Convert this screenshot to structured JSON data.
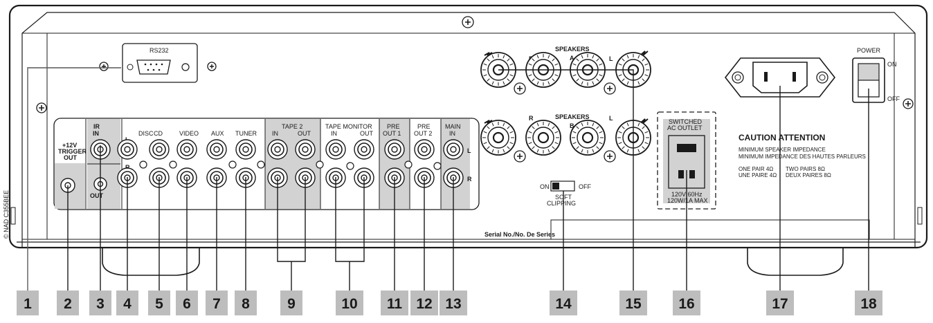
{
  "copyright": "© NAD C355BEE",
  "rs232": "RS232",
  "power": {
    "title": "POWER",
    "on": "ON",
    "off": "OFF"
  },
  "speakers": {
    "title": "SPEAKERS",
    "a": "A",
    "b": "B",
    "r": "R",
    "l": "L",
    "plus": "+",
    "minus": "–"
  },
  "trigger": {
    "line1": "+12V",
    "line2": "TRIGGER",
    "line3": "OUT"
  },
  "ir": {
    "in_line1": "IR",
    "in_line2": "IN",
    "out": "OUT"
  },
  "inputs": [
    "DISC",
    "CD",
    "VIDEO",
    "AUX",
    "TUNER"
  ],
  "tape2": {
    "title": "TAPE 2",
    "in": "IN",
    "out": "OUT"
  },
  "tape_monitor": {
    "title": "TAPE MONITOR",
    "in": "IN",
    "out": "OUT"
  },
  "pre_out1": {
    "line1": "PRE",
    "line2": "OUT 1"
  },
  "pre_out2": {
    "line1": "PRE",
    "line2": "OUT 2"
  },
  "main_in": {
    "line1": "MAIN",
    "line2": "IN"
  },
  "channel": {
    "l": "L",
    "r": "R"
  },
  "soft_clipping": {
    "on": "ON",
    "off": "OFF",
    "line1": "SOFT",
    "line2": "CLIPPING"
  },
  "switched_outlet": {
    "line1": "SWITCHED",
    "line2": "AC OUTLET",
    "line3": "120V 60Hz",
    "line4": "120W/1A MAX"
  },
  "serial": "Serial No./No. De Series",
  "caution": {
    "title": "CAUTION  ATTENTION",
    "impedance_en": "MINIMUM SPEAKER IMPEDANCE",
    "impedance_fr": "MINIMUM IMPEDANCE DES HAUTES PARLEURS",
    "pair_en_1": "ONE PAIR  4Ω",
    "pair_en_2": "TWO PAIRS  8Ω",
    "pair_fr_1": "UNE PAIRE  4Ω",
    "pair_fr_2": "DEUX PAIRES  8Ω"
  },
  "callouts": [
    "1",
    "2",
    "3",
    "4",
    "5",
    "6",
    "7",
    "8",
    "9",
    "10",
    "11",
    "12",
    "13",
    "14",
    "15",
    "16",
    "17",
    "18"
  ]
}
